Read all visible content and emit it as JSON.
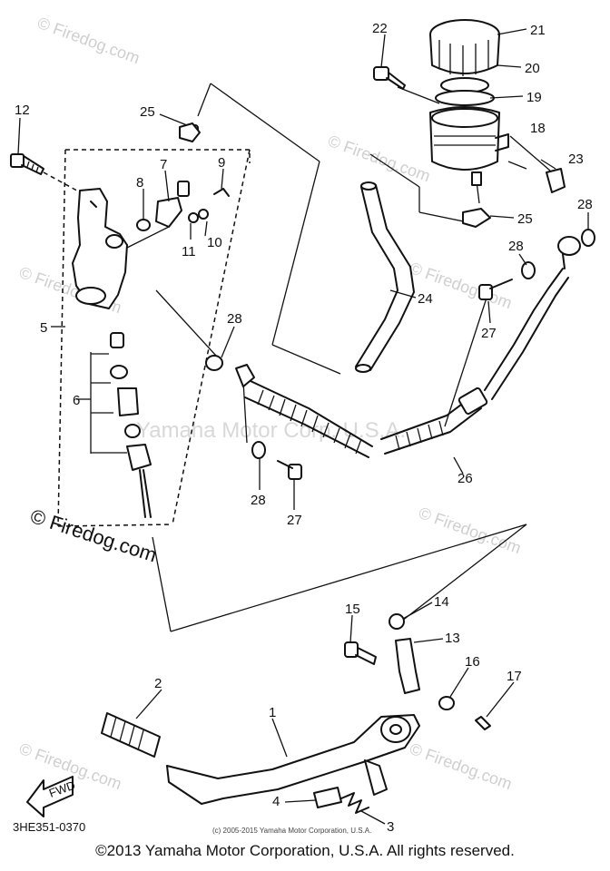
{
  "watermark": {
    "site": "© Firedog.com",
    "site_short": "Firedog.com",
    "corp_partial": "Yamaha Motor Corp. U.S.A."
  },
  "diagram": {
    "code": "3HE351-0370",
    "fine_copyright": "(c) 2005-2015 Yamaha Motor Corporation, U.S.A.",
    "direction_arrow_label": "FWD",
    "callouts": [
      "1",
      "2",
      "3",
      "4",
      "5",
      "6",
      "7",
      "8",
      "9",
      "10",
      "11",
      "12",
      "13",
      "14",
      "15",
      "16",
      "17",
      "18",
      "19",
      "20",
      "21",
      "22",
      "23",
      "24",
      "25",
      "25",
      "26",
      "27",
      "27",
      "28",
      "28",
      "28",
      "28"
    ]
  },
  "footer": {
    "copyright": "©2013 Yamaha Motor Corporation, U.S.A. All rights reserved."
  },
  "colors": {
    "ink": "#111111",
    "watermark": "#cfcfcf",
    "background": "#ffffff"
  }
}
